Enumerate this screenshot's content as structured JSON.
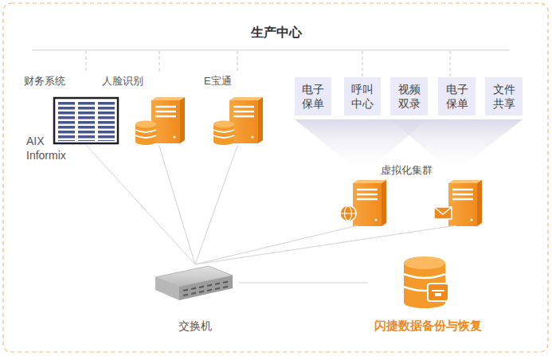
{
  "diagram": {
    "title": "生产中心",
    "nodes": [
      {
        "text": [
          "财务系统"
        ]
      },
      {
        "text": [
          "人脸识别"
        ]
      },
      {
        "text": [
          "E宝通"
        ]
      },
      {
        "text": [
          "电子保单"
        ]
      },
      {
        "text": [
          "呼叫中心"
        ]
      },
      {
        "text": [
          "视频双录"
        ]
      },
      {
        "text": [
          "电子保单"
        ]
      },
      {
        "text": [
          "文件共享"
        ]
      },
      {
        "text": [
          "虚拟化集群"
        ]
      },
      {
        "text": [
          "交换机"
        ]
      },
      {
        "text": [
          "闪捷数据备份与恢复"
        ]
      }
    ],
    "edges": [
      {
        "from": 9,
        "to": 0,
        "arrow": "none"
      },
      {
        "from": 9,
        "to": 1,
        "arrow": "none"
      },
      {
        "from": 9,
        "to": 2,
        "arrow": "none"
      },
      {
        "from": 9,
        "to": 8,
        "arrow": "none"
      },
      {
        "from": 9,
        "to": 8,
        "arrow": "none"
      },
      {
        "from": 9,
        "to": 10,
        "arrow": "none"
      }
    ],
    "labels": [
      "AIX Informix"
    ]
  }
}
